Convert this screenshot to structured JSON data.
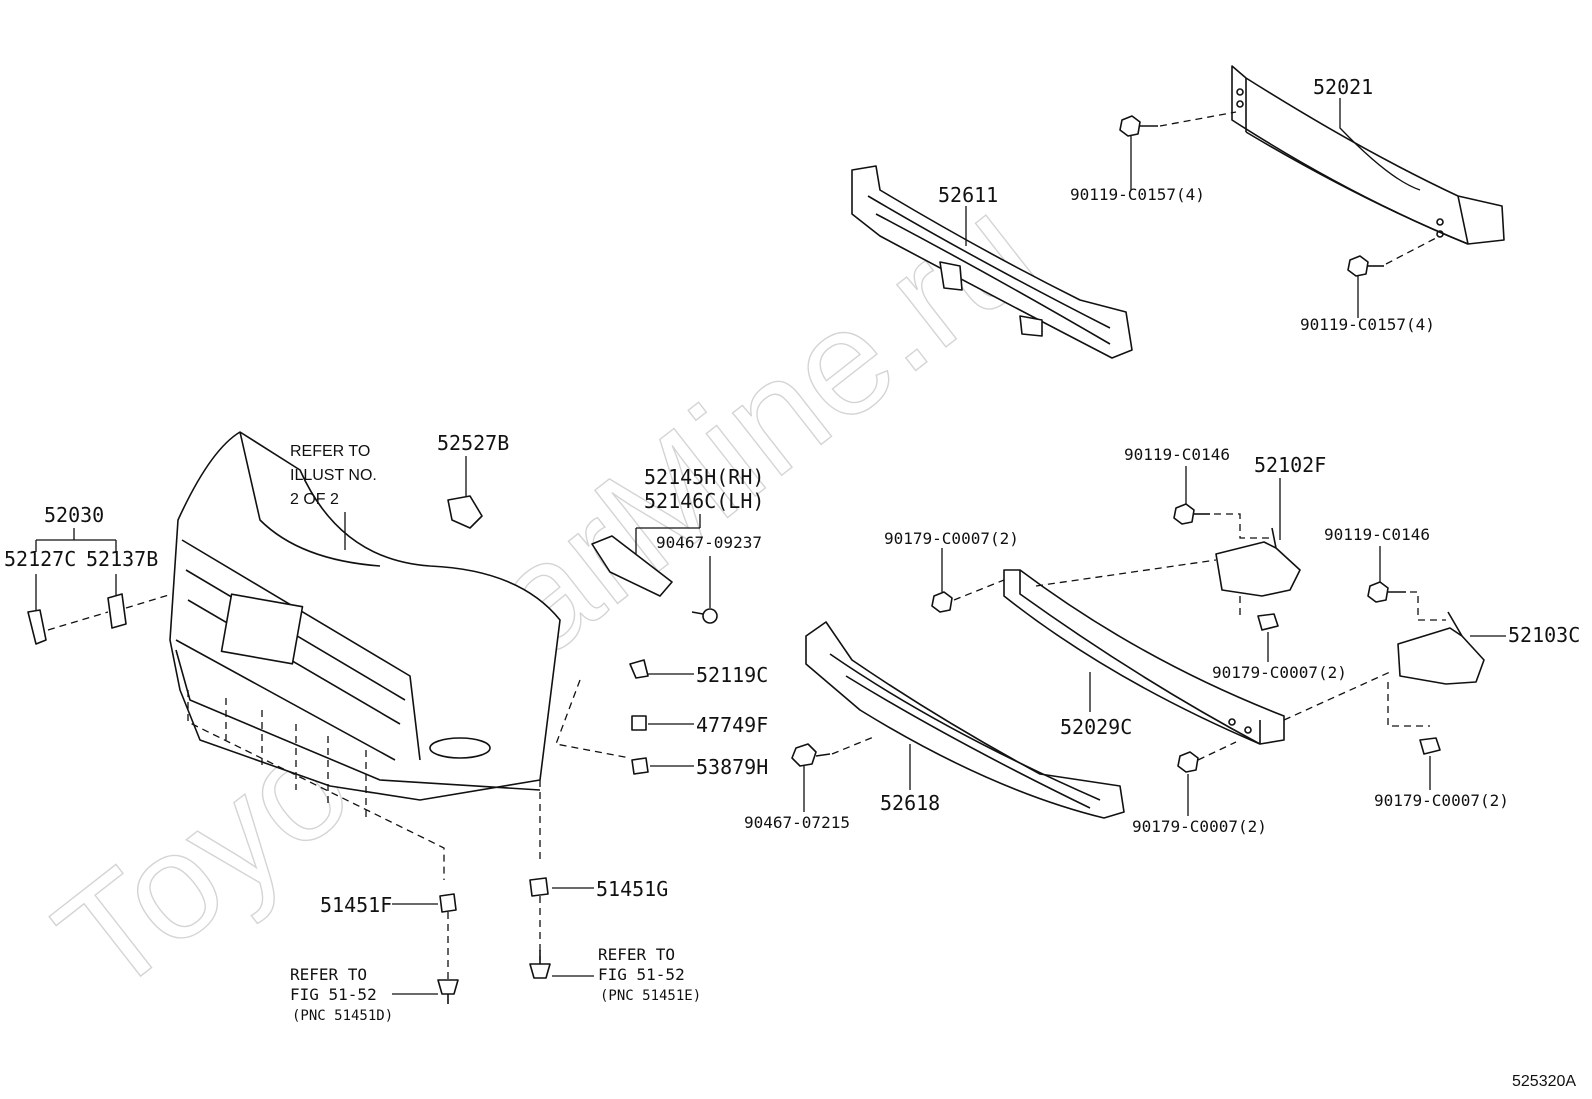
{
  "watermark": "ToyotaCarMine.ru",
  "figure_code": "525320A",
  "refer_illust": {
    "line1": "REFER TO",
    "line2": "ILLUST NO.",
    "line3": "2 OF 2"
  },
  "parts": {
    "p52021": "52021",
    "p52611": "52611",
    "bolt_top": "90119-C0157(4)",
    "bolt_mid": "90119-C0157(4)",
    "p52527B": "52527B",
    "p52145H": "52145H(RH)",
    "p52146C": "52146C(LH)",
    "p90467_09237": "90467-09237",
    "p52030": "52030",
    "p52127C": "52127C",
    "p52137B": "52137B",
    "p52119C": "52119C",
    "p47749F": "47749F",
    "p53879H": "53879H",
    "p51451F": "51451F",
    "p51451G": "51451G",
    "p90119_C0146_a": "90119-C0146",
    "p52102F": "52102F",
    "p90179_C0007_a": "90179-C0007(2)",
    "p90119_C0146_b": "90119-C0146",
    "p52103C": "52103C",
    "p90179_C0007_b": "90179-C0007(2)",
    "p52029C": "52029C",
    "p90467_07215": "90467-07215",
    "p52618": "52618",
    "p90179_C0007_c": "90179-C0007(2)",
    "p90179_C0007_d": "90179-C0007(2)"
  },
  "refer_left": {
    "line1": "REFER TO",
    "line2": "FIG 51-52",
    "line3": "(PNC 51451D)"
  },
  "refer_right": {
    "line1": "REFER TO",
    "line2": "FIG 51-52",
    "line3": "(PNC 51451E)"
  }
}
